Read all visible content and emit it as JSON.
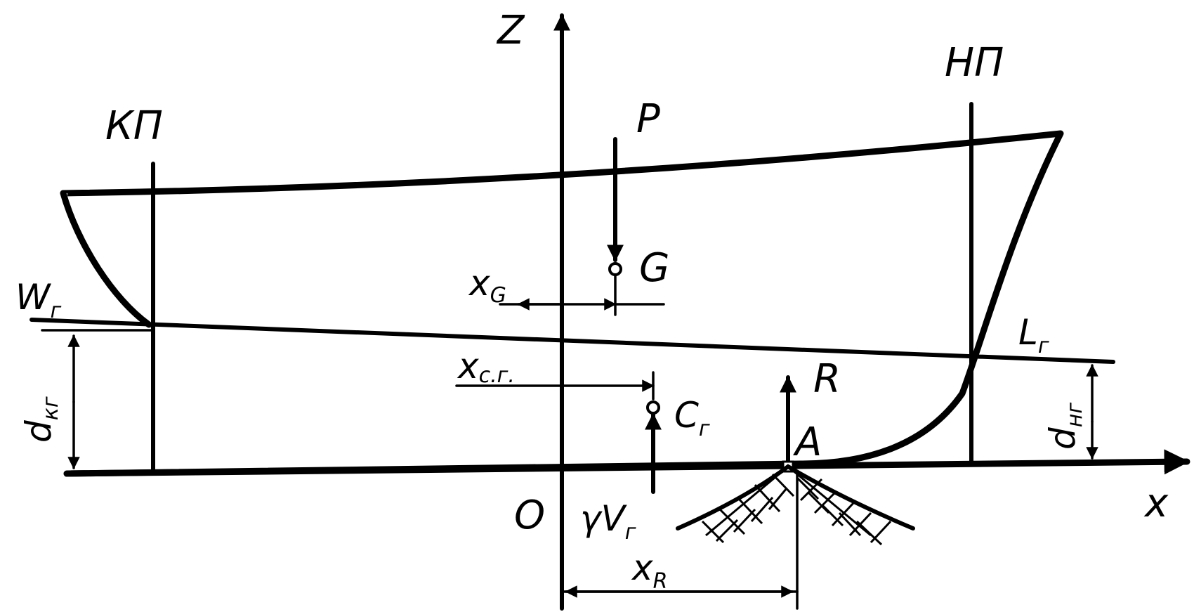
{
  "labels": {
    "z_axis": "Z",
    "x_axis": "x",
    "origin": "O",
    "stern_perp": "КП",
    "bow_perp": "НП",
    "force_p": "P",
    "center_g": "G",
    "xg": {
      "main": "x",
      "sub": "G"
    },
    "waterline_w": {
      "main": "W",
      "sub": "г"
    },
    "waterline_l": {
      "main": "L",
      "sub": "г"
    },
    "xcg": {
      "main": "x",
      "sub": "c.г."
    },
    "center_c": {
      "main": "C",
      "sub": "г"
    },
    "reaction_r": "R",
    "point_a": "A",
    "gamma_v": {
      "main": "γV",
      "sub": "г"
    },
    "xr": {
      "main": "x",
      "sub": "R"
    },
    "d_stern": {
      "main": "d",
      "sub": "кг"
    },
    "d_bow": {
      "main": "d",
      "sub": "нг"
    }
  },
  "colors": {
    "ink": "#000000",
    "background": "#ffffff"
  }
}
